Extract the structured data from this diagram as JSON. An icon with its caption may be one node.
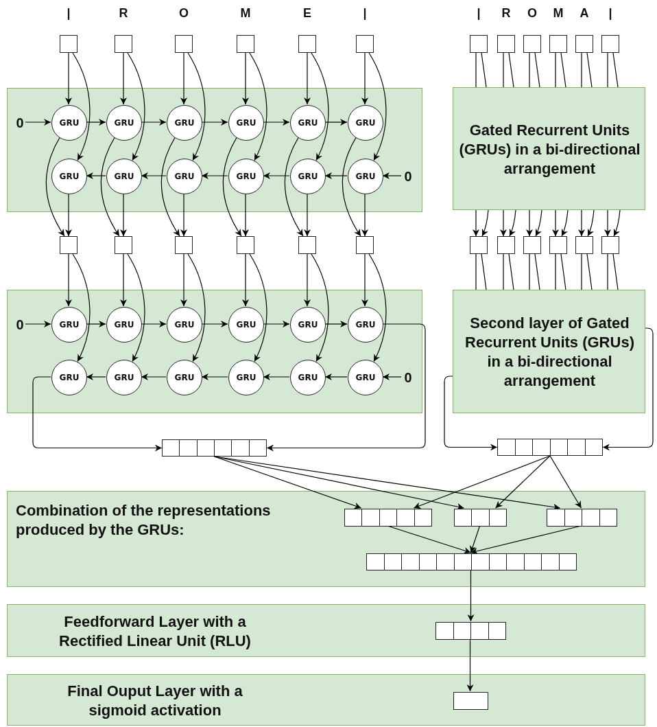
{
  "diagram": {
    "nodes": [
      {
        "text": [],
        "shape": "box"
      },
      {
        "text": [],
        "shape": "box"
      },
      {
        "text": [],
        "shape": "box"
      },
      {
        "text": [],
        "shape": "box"
      },
      {
        "text": [],
        "shape": "box"
      },
      {
        "text": [],
        "shape": "box"
      },
      {
        "text": [],
        "shape": "box"
      },
      {
        "text": [],
        "shape": "box"
      },
      {
        "text": [],
        "shape": "box"
      },
      {
        "text": [],
        "shape": "box"
      },
      {
        "text": [],
        "shape": "box"
      },
      {
        "text": [],
        "shape": "box"
      },
      {
        "text": [],
        "shape": "box"
      },
      {
        "text": [
          "0"
        ],
        "in": 12
      },
      {
        "text": [
          "GRU"
        ],
        "in": 12
      },
      {
        "text": [
          "GRU"
        ],
        "in": 12
      },
      {
        "text": [
          "GRU"
        ],
        "in": 12
      },
      {
        "text": [
          "GRU"
        ],
        "in": 12
      },
      {
        "text": [
          "GRU"
        ],
        "in": 12
      },
      {
        "text": [
          "GRU"
        ],
        "in": 12
      },
      {
        "text": [
          "GRU"
        ],
        "in": 12
      },
      {
        "text": [
          "GRU"
        ],
        "in": 12
      },
      {
        "text": [
          "GRU"
        ],
        "in": 12
      },
      {
        "text": [
          "GRU"
        ],
        "in": 12
      },
      {
        "text": [
          "GRU"
        ],
        "in": 12
      },
      {
        "text": [
          "GRU"
        ],
        "in": 12
      },
      {
        "text": [
          "0"
        ],
        "in": 12
      },
      {
        "text": [
          "Gated Recurrent Units (GRUs) in a bi-directional arrangement"
        ]
      },
      {
        "text": [],
        "shape": "box"
      },
      {
        "text": [],
        "shape": "box"
      },
      {
        "text": [],
        "shape": "box"
      },
      {
        "text": [],
        "shape": "box"
      },
      {
        "text": [],
        "shape": "box"
      },
      {
        "text": [],
        "shape": "box"
      },
      {
        "text": [],
        "shape": "box"
      },
      {
        "text": [],
        "shape": "box"
      },
      {
        "text": [],
        "shape": "box"
      },
      {
        "text": [],
        "shape": "box"
      },
      {
        "text": [],
        "shape": "box"
      },
      {
        "text": [],
        "shape": "box"
      },
      {
        "text": [],
        "shape": "box"
      },
      {
        "text": [
          "0"
        ],
        "in": 40
      },
      {
        "text": [
          "GRU"
        ],
        "in": 40
      },
      {
        "text": [
          "GRU"
        ],
        "in": 40
      },
      {
        "text": [
          "GRU"
        ],
        "in": 40
      },
      {
        "text": [
          "GRU"
        ],
        "in": 40
      },
      {
        "text": [
          "GRU"
        ],
        "in": 40
      },
      {
        "text": [
          "GRU"
        ],
        "in": 40
      },
      {
        "text": [
          "GRU"
        ],
        "in": 40
      },
      {
        "text": [
          "GRU"
        ],
        "in": 40
      },
      {
        "text": [
          "GRU"
        ],
        "in": 40
      },
      {
        "text": [
          "GRU"
        ],
        "in": 40
      },
      {
        "text": [
          "GRU"
        ],
        "in": 40
      },
      {
        "text": [
          "GRU"
        ],
        "in": 40
      },
      {
        "text": [
          "0"
        ],
        "in": 40
      },
      {
        "text": [
          "Second layer of Gated Recurrent Units (GRUs) in a bi-directional arrangement"
        ]
      },
      {
        "text": [],
        "shape": "bar"
      },
      {
        "text": [],
        "shape": "bar"
      },
      {
        "text": [
          "Combination of the representations produced by the GRUs:"
        ]
      },
      {
        "text": [],
        "shape": "bar",
        "in": 58
      },
      {
        "text": [],
        "shape": "bar",
        "in": 58
      },
      {
        "text": [],
        "shape": "bar",
        "in": 58
      },
      {
        "text": [],
        "shape": "bar",
        "in": 58
      },
      {
        "text": [
          "Feedforward Layer with a Rectified Linear Unit (RLU)"
        ]
      },
      {
        "text": [],
        "shape": "bar",
        "in": 63
      },
      {
        "text": [
          "Final Ouput Layer with a sigmoid activation"
        ]
      },
      {
        "text": [],
        "shape": "box",
        "in": 65
      }
    ],
    "edges": [
      {
        "from": 0,
        "to": 14,
        "arrow": "to"
      },
      {
        "from": 0,
        "to": 20,
        "arrow": "to"
      },
      {
        "from": 1,
        "to": 15,
        "arrow": "to"
      },
      {
        "from": 1,
        "to": 21,
        "arrow": "to"
      },
      {
        "from": 2,
        "to": 16,
        "arrow": "to"
      },
      {
        "from": 2,
        "to": 22,
        "arrow": "to"
      },
      {
        "from": 3,
        "to": 17,
        "arrow": "to"
      },
      {
        "from": 3,
        "to": 23,
        "arrow": "to"
      },
      {
        "from": 4,
        "to": 18,
        "arrow": "to"
      },
      {
        "from": 4,
        "to": 24,
        "arrow": "to"
      },
      {
        "from": 5,
        "to": 19,
        "arrow": "to"
      },
      {
        "from": 5,
        "to": 25,
        "arrow": "to"
      },
      {
        "from": 13,
        "to": 14,
        "arrow": "to"
      },
      {
        "from": 14,
        "to": 15,
        "arrow": "to"
      },
      {
        "from": 15,
        "to": 16,
        "arrow": "to"
      },
      {
        "from": 16,
        "to": 17,
        "arrow": "to"
      },
      {
        "from": 17,
        "to": 18,
        "arrow": "to"
      },
      {
        "from": 18,
        "to": 19,
        "arrow": "to"
      },
      {
        "from": 26,
        "to": 25,
        "arrow": "to"
      },
      {
        "from": 25,
        "to": 24,
        "arrow": "to"
      },
      {
        "from": 24,
        "to": 23,
        "arrow": "to"
      },
      {
        "from": 23,
        "to": 22,
        "arrow": "to"
      },
      {
        "from": 22,
        "to": 21,
        "arrow": "to"
      },
      {
        "from": 21,
        "to": 20,
        "arrow": "to"
      },
      {
        "from": 14,
        "to": 28,
        "arrow": "to"
      },
      {
        "from": 20,
        "to": 28,
        "arrow": "to"
      },
      {
        "from": 15,
        "to": 29,
        "arrow": "to"
      },
      {
        "from": 21,
        "to": 29,
        "arrow": "to"
      },
      {
        "from": 16,
        "to": 30,
        "arrow": "to"
      },
      {
        "from": 22,
        "to": 30,
        "arrow": "to"
      },
      {
        "from": 17,
        "to": 31,
        "arrow": "to"
      },
      {
        "from": 23,
        "to": 31,
        "arrow": "to"
      },
      {
        "from": 18,
        "to": 32,
        "arrow": "to"
      },
      {
        "from": 24,
        "to": 32,
        "arrow": "to"
      },
      {
        "from": 19,
        "to": 33,
        "arrow": "to"
      },
      {
        "from": 25,
        "to": 33,
        "arrow": "to"
      },
      {
        "from": 6,
        "to": 27,
        "arrow": "none"
      },
      {
        "from": 6,
        "to": 27,
        "arrow": "none"
      },
      {
        "from": 7,
        "to": 27,
        "arrow": "none"
      },
      {
        "from": 7,
        "to": 27,
        "arrow": "none"
      },
      {
        "from": 8,
        "to": 27,
        "arrow": "none"
      },
      {
        "from": 8,
        "to": 27,
        "arrow": "none"
      },
      {
        "from": 9,
        "to": 27,
        "arrow": "none"
      },
      {
        "from": 9,
        "to": 27,
        "arrow": "none"
      },
      {
        "from": 10,
        "to": 27,
        "arrow": "none"
      },
      {
        "from": 10,
        "to": 27,
        "arrow": "none"
      },
      {
        "from": 11,
        "to": 27,
        "arrow": "none"
      },
      {
        "from": 11,
        "to": 27,
        "arrow": "none"
      },
      {
        "from": 27,
        "to": 34,
        "arrow": "to"
      },
      {
        "from": 27,
        "to": 34,
        "arrow": "to"
      },
      {
        "from": 27,
        "to": 35,
        "arrow": "to"
      },
      {
        "from": 27,
        "to": 35,
        "arrow": "to"
      },
      {
        "from": 27,
        "to": 36,
        "arrow": "to"
      },
      {
        "from": 27,
        "to": 36,
        "arrow": "to"
      },
      {
        "from": 27,
        "to": 37,
        "arrow": "to"
      },
      {
        "from": 27,
        "to": 37,
        "arrow": "to"
      },
      {
        "from": 27,
        "to": 38,
        "arrow": "to"
      },
      {
        "from": 27,
        "to": 38,
        "arrow": "to"
      },
      {
        "from": 27,
        "to": 39,
        "arrow": "to"
      },
      {
        "from": 27,
        "to": 39,
        "arrow": "to"
      },
      {
        "from": 28,
        "to": 42,
        "arrow": "to"
      },
      {
        "from": 28,
        "to": 48,
        "arrow": "to"
      },
      {
        "from": 29,
        "to": 43,
        "arrow": "to"
      },
      {
        "from": 29,
        "to": 49,
        "arrow": "to"
      },
      {
        "from": 30,
        "to": 44,
        "arrow": "to"
      },
      {
        "from": 30,
        "to": 50,
        "arrow": "to"
      },
      {
        "from": 31,
        "to": 45,
        "arrow": "to"
      },
      {
        "from": 31,
        "to": 51,
        "arrow": "to"
      },
      {
        "from": 32,
        "to": 46,
        "arrow": "to"
      },
      {
        "from": 32,
        "to": 52,
        "arrow": "to"
      },
      {
        "from": 33,
        "to": 47,
        "arrow": "to"
      },
      {
        "from": 33,
        "to": 53,
        "arrow": "to"
      },
      {
        "from": 41,
        "to": 42,
        "arrow": "to"
      },
      {
        "from": 42,
        "to": 43,
        "arrow": "to"
      },
      {
        "from": 43,
        "to": 44,
        "arrow": "to"
      },
      {
        "from": 44,
        "to": 45,
        "arrow": "to"
      },
      {
        "from": 45,
        "to": 46,
        "arrow": "to"
      },
      {
        "from": 46,
        "to": 47,
        "arrow": "to"
      },
      {
        "from": 54,
        "to": 53,
        "arrow": "to"
      },
      {
        "from": 53,
        "to": 52,
        "arrow": "to"
      },
      {
        "from": 52,
        "to": 51,
        "arrow": "to"
      },
      {
        "from": 51,
        "to": 50,
        "arrow": "to"
      },
      {
        "from": 50,
        "to": 49,
        "arrow": "to"
      },
      {
        "from": 49,
        "to": 48,
        "arrow": "to"
      },
      {
        "from": 47,
        "to": 56,
        "arrow": "to"
      },
      {
        "from": 48,
        "to": 56,
        "arrow": "to"
      },
      {
        "from": 34,
        "to": 55,
        "arrow": "none"
      },
      {
        "from": 34,
        "to": 55,
        "arrow": "none"
      },
      {
        "from": 35,
        "to": 55,
        "arrow": "none"
      },
      {
        "from": 35,
        "to": 55,
        "arrow": "none"
      },
      {
        "from": 36,
        "to": 55,
        "arrow": "none"
      },
      {
        "from": 36,
        "to": 55,
        "arrow": "none"
      },
      {
        "from": 37,
        "to": 55,
        "arrow": "none"
      },
      {
        "from": 37,
        "to": 55,
        "arrow": "none"
      },
      {
        "from": 38,
        "to": 55,
        "arrow": "none"
      },
      {
        "from": 38,
        "to": 55,
        "arrow": "none"
      },
      {
        "from": 39,
        "to": 55,
        "arrow": "none"
      },
      {
        "from": 39,
        "to": 55,
        "arrow": "none"
      },
      {
        "from": 55,
        "to": 57,
        "arrow": "to"
      },
      {
        "from": 55,
        "to": 57,
        "arrow": "to"
      },
      {
        "from": 56,
        "to": 59,
        "arrow": "to"
      },
      {
        "from": 56,
        "to": 60,
        "arrow": "to"
      },
      {
        "from": 56,
        "to": 61,
        "arrow": "to"
      },
      {
        "from": 57,
        "to": 59,
        "arrow": "to"
      },
      {
        "from": 57,
        "to": 60,
        "arrow": "to"
      },
      {
        "from": 57,
        "to": 61,
        "arrow": "to"
      },
      {
        "from": 59,
        "to": 62,
        "arrow": "to"
      },
      {
        "from": 60,
        "to": 62,
        "arrow": "to"
      },
      {
        "from": 61,
        "to": 62,
        "arrow": "to"
      },
      {
        "from": 62,
        "to": 64,
        "arrow": "to"
      },
      {
        "from": 64,
        "to": 66,
        "arrow": "to"
      }
    ],
    "labels": [
      "|",
      "R",
      "O",
      "M",
      "E",
      "|",
      "|",
      "R",
      "O",
      "M",
      "A",
      "|"
    ]
  }
}
